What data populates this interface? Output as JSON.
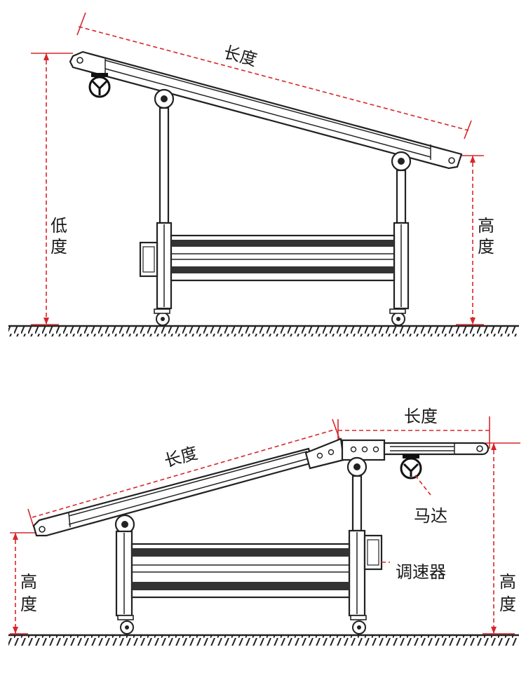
{
  "top_diagram": {
    "length_label": "长度",
    "left_height_label": [
      "低",
      "度"
    ],
    "right_height_label": [
      "高",
      "度"
    ]
  },
  "bottom_diagram": {
    "left_length_label": "长度",
    "right_length_label": "长度",
    "left_height_label": [
      "高",
      "度"
    ],
    "right_height_label": [
      "高",
      "度"
    ],
    "motor_label": "马达",
    "speed_controller_label": "调速器"
  },
  "colors": {
    "dimension_line": "#d7262b",
    "outline": "#222222"
  }
}
